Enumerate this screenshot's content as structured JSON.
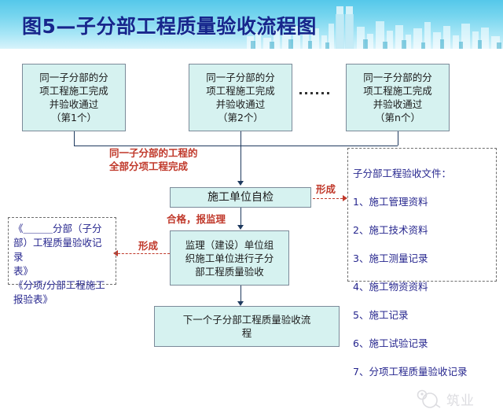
{
  "header": {
    "title": "图5—子分部工程质量验收流程图",
    "title_color": "#16268c",
    "gradient_from": "#55c8ea",
    "gradient_to": "#d8f3fb",
    "city_icon": "city-skyline-icon"
  },
  "flow": {
    "top_boxes": [
      {
        "text": "同一子分部的分\n项工程施工完成\n并验收通过\n（第1个）"
      },
      {
        "text": "同一子分部的分\n项工程施工完成\n并验收通过\n（第2个）"
      },
      {
        "text": "同一子分部的分\n项工程施工完成\n并验收通过\n（第n个）"
      }
    ],
    "ellipsis": "……",
    "merge_note": "同一子分部的工程的\n全部分项工程完成",
    "self_check_box": "施工单位自检",
    "pass_note": "合格，报监理",
    "acceptance_box": "监理（建设）单位组\n织施工单位进行子分\n部工程质量验收",
    "next_box": "下一个子分部工程质量验收流\n程",
    "form_label_right": "形成",
    "form_label_left": "形成"
  },
  "documents_panel": {
    "title": "子分部工程验收文件：",
    "items": [
      "1、施工管理资料",
      "2、施工技术资料",
      "3、施工测量记录",
      "4、施工物资资料",
      "5、施工记录",
      "6、施工试验记录",
      "7、分项工程质量验收记录"
    ]
  },
  "records_panel": {
    "text": "《＿＿＿分部（子分\n部）工程质量验收记录\n表》\n《分项/分部工程施工\n报验表》"
  },
  "watermark": {
    "text": "筑业",
    "icon": "circle-logo-icon"
  },
  "colors": {
    "box_fill": "#d6f2f0",
    "box_border": "#7b8a99",
    "connector": "#1f3a5f",
    "accent_red": "#c0392b",
    "panel_text": "#26268e"
  }
}
